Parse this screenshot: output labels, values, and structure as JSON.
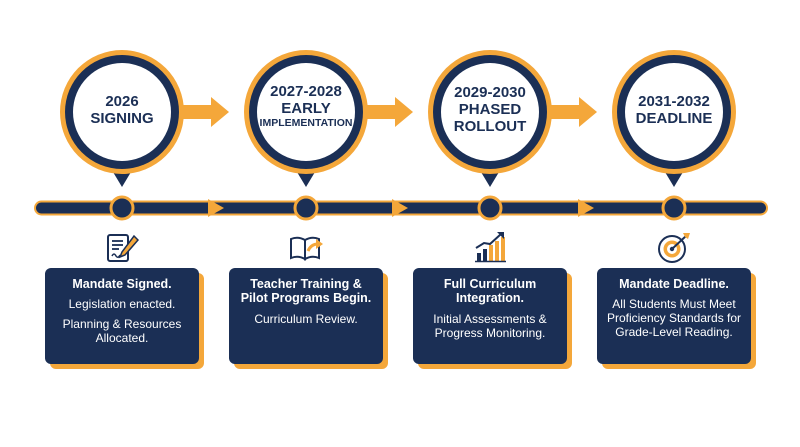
{
  "colors": {
    "navy": "#1b2f55",
    "orange": "#f4a73a",
    "white": "#ffffff"
  },
  "stages": [
    {
      "year": "2026",
      "label": "SIGNING",
      "label_small": "",
      "icon": "document-signature-icon",
      "card": {
        "title": "Mandate Signed.",
        "lines": [
          "Legislation enacted.",
          "Planning & Resources Allocated."
        ]
      }
    },
    {
      "year": "2027-2028",
      "label": "EARLY",
      "label_small": "IMPLEMENTATION",
      "icon": "open-book-icon",
      "card": {
        "title": "Teacher Training & Pilot Programs Begin.",
        "lines": [
          "Curriculum Review."
        ]
      }
    },
    {
      "year": "2029-2030",
      "label": "PHASED",
      "label_small": "ROLLOUT",
      "icon": "growth-chart-icon",
      "card": {
        "title": "Full Curriculum Integration.",
        "lines": [
          "Initial Assessments & Progress Monitoring."
        ]
      }
    },
    {
      "year": "2031-2032",
      "label": "DEADLINE",
      "label_small": "",
      "icon": "target-icon",
      "card": {
        "title": "Mandate Deadline.",
        "lines": [
          "All Students Must Meet Proficiency Standards for Grade-Level Reading."
        ]
      }
    }
  ]
}
